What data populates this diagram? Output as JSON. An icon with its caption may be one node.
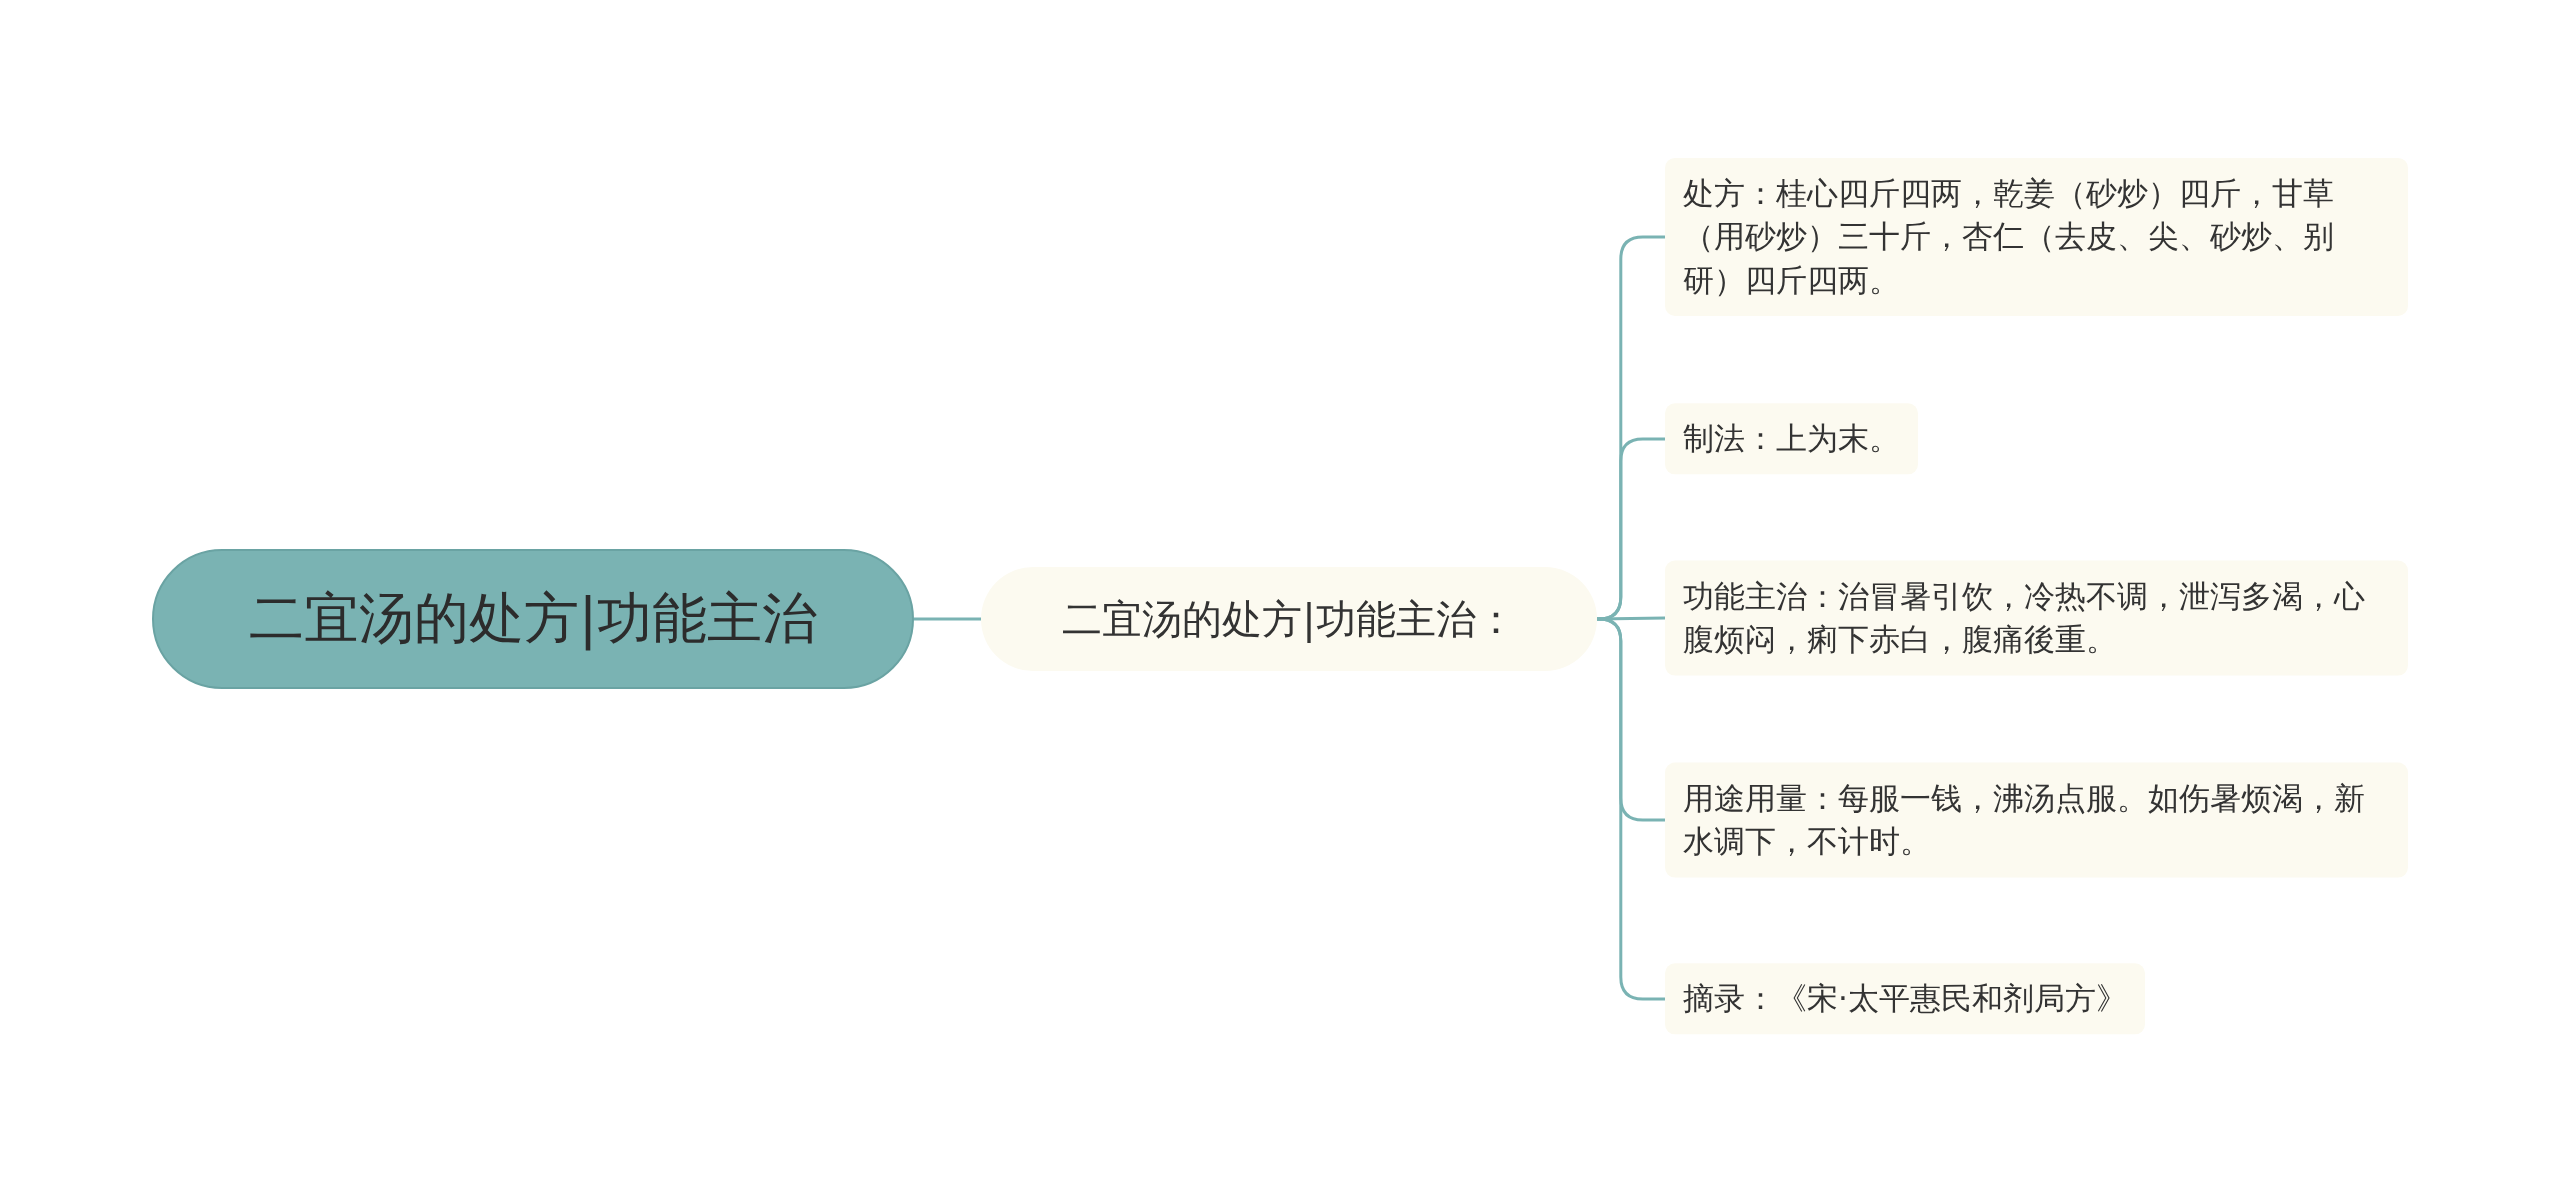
{
  "diagram": {
    "nodes": [
      {
        "text": [
          "二宜汤的处方|功能主治"
        ]
      },
      {
        "text": [
          "二宜汤的处方|功能主治："
        ]
      },
      {
        "text": [
          "处方：桂心四斤四两，乾姜（砂炒）四斤，甘草（用砂炒）三十斤，杏仁（去皮、尖、砂炒、别研）四斤四两。"
        ]
      },
      {
        "text": [
          "制法：上为末。"
        ]
      },
      {
        "text": [
          "功能主治：治冒暑引饮，冷热不调，泄泻多渴，心腹烦闷，痢下赤白，腹痛後重。"
        ]
      },
      {
        "text": [
          "用途用量：每服一钱，沸汤点服。如伤暑烦渴，新水调下，不计时。"
        ]
      },
      {
        "text": [
          "摘录：《宋·太平惠民和剂局方》"
        ]
      }
    ],
    "edges": [
      {
        "from": 0,
        "to": 1,
        "arrow": "none"
      },
      {
        "from": 1,
        "to": 2,
        "arrow": "none"
      },
      {
        "from": 1,
        "to": 3,
        "arrow": "none"
      },
      {
        "from": 1,
        "to": 4,
        "arrow": "none"
      },
      {
        "from": 1,
        "to": 5,
        "arrow": "none"
      },
      {
        "from": 1,
        "to": 6,
        "arrow": "none"
      }
    ]
  }
}
